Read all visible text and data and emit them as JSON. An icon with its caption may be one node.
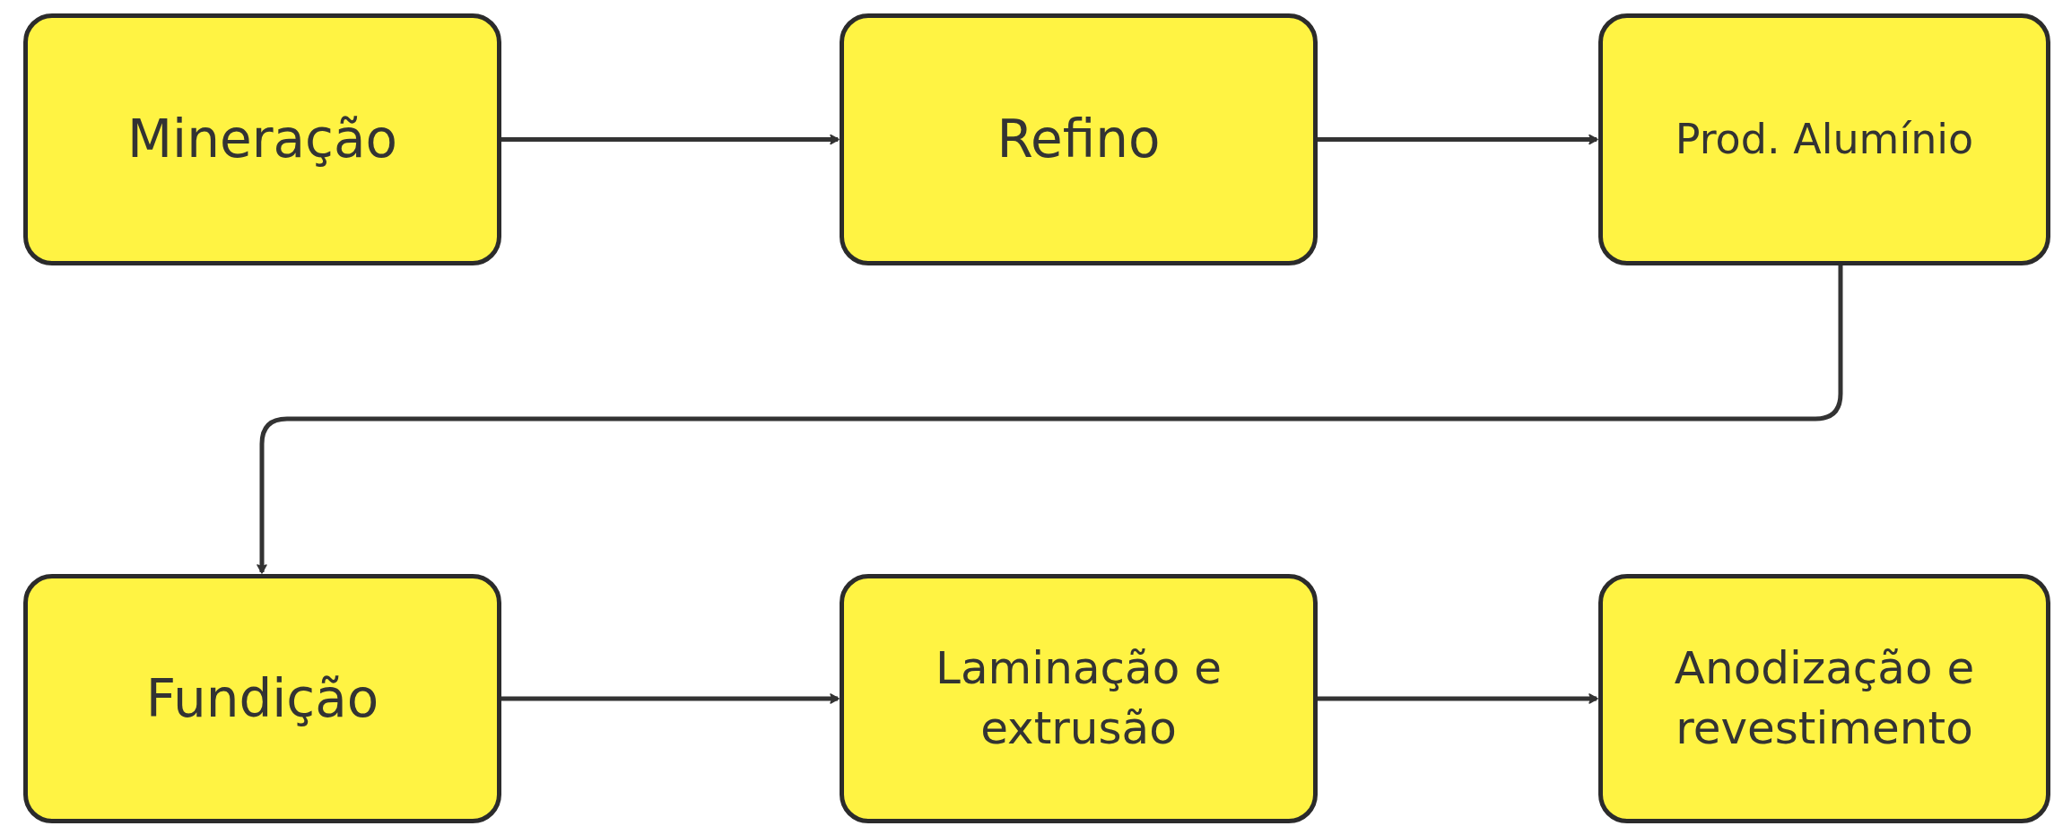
{
  "diagram": {
    "nodes": [
      {
        "text": [
          "Mineração"
        ]
      },
      {
        "text": [
          "Refino"
        ]
      },
      {
        "text": [
          "Prod. Alumínio"
        ]
      },
      {
        "text": [
          "Fundição"
        ]
      },
      {
        "text": [
          "Laminação e extrusão"
        ]
      },
      {
        "text": [
          "Anodização e revestimento"
        ]
      }
    ],
    "edges": [
      {
        "from": 0,
        "to": 1,
        "arrow": "to"
      },
      {
        "from": 1,
        "to": 2,
        "arrow": "to"
      },
      {
        "from": 2,
        "to": 3,
        "arrow": "to"
      },
      {
        "from": 3,
        "to": 4,
        "arrow": "to"
      },
      {
        "from": 4,
        "to": 5,
        "arrow": "to"
      }
    ]
  }
}
